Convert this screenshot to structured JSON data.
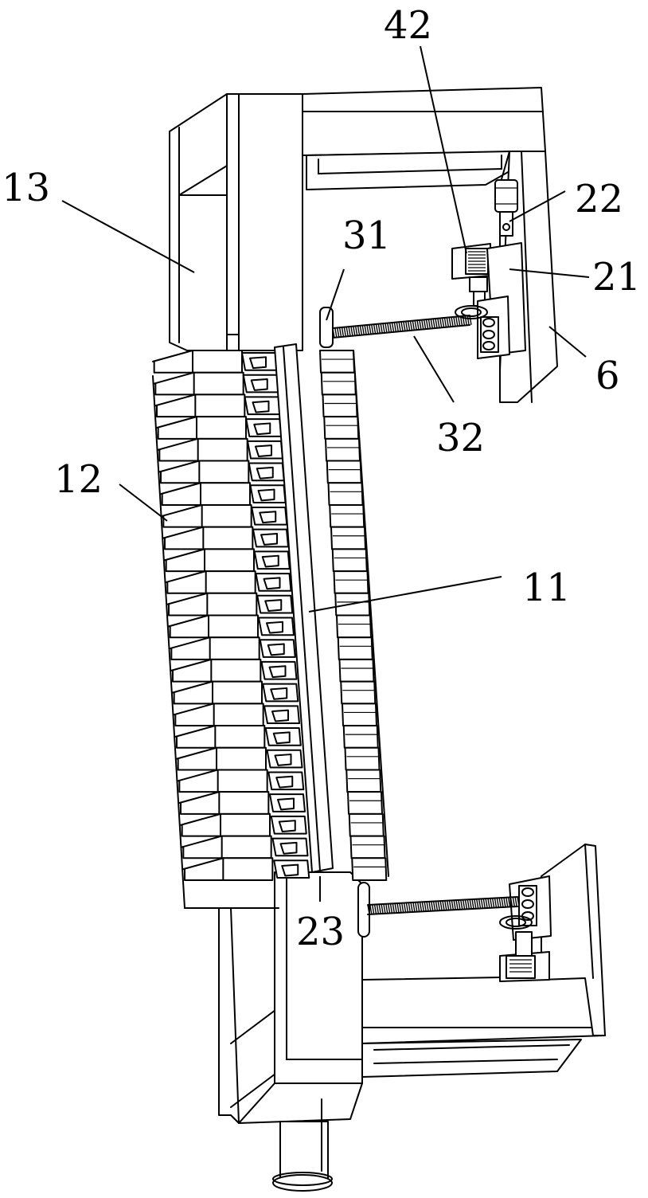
{
  "labels": {
    "l42": "42",
    "l22": "22",
    "l13": "13",
    "l31": "31",
    "l21": "21",
    "l6": "6",
    "l32": "32",
    "l12": "12",
    "l11": "11",
    "l23": "23"
  }
}
